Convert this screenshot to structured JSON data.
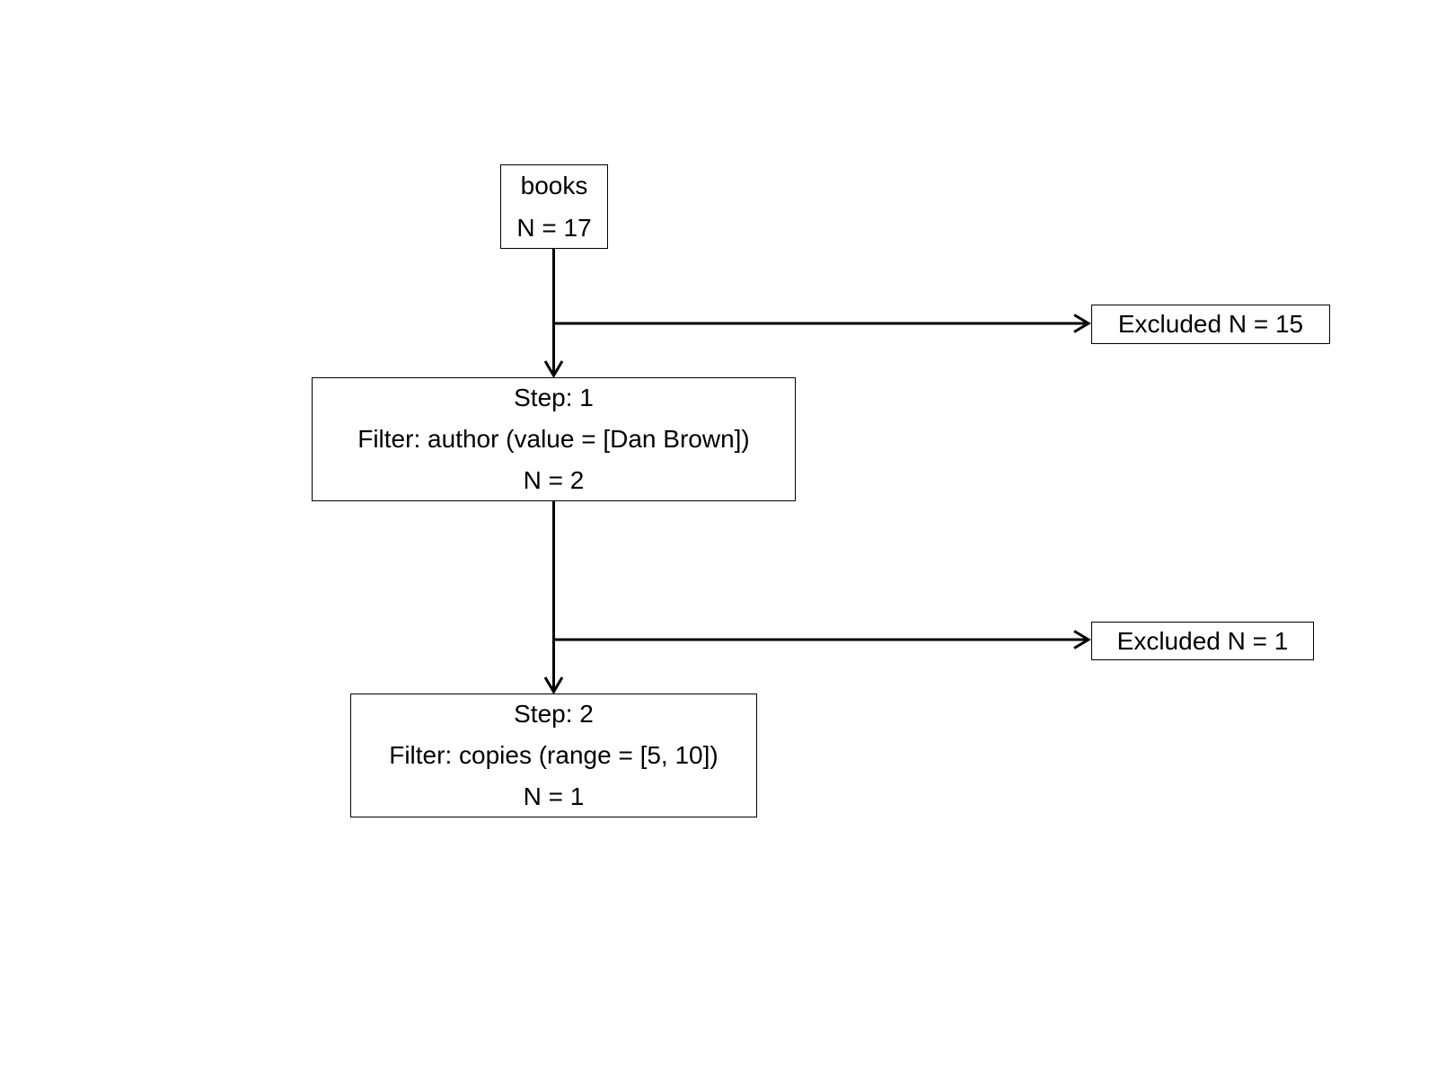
{
  "diagram": {
    "type": "filter-flowchart",
    "colors": {
      "background": "#ffffff",
      "box_border": "#000000",
      "text": "#000000",
      "line": "#000000"
    },
    "source": {
      "name": "books",
      "count": "N = 17"
    },
    "steps": [
      {
        "title": "Step: 1",
        "filter": "Filter: author (value = [Dan Brown])",
        "count": "N = 2",
        "excluded": "Excluded N = 15"
      },
      {
        "title": "Step: 2",
        "filter": "Filter: copies (range = [5, 10])",
        "count": "N = 1",
        "excluded": "Excluded N = 1"
      }
    ]
  }
}
